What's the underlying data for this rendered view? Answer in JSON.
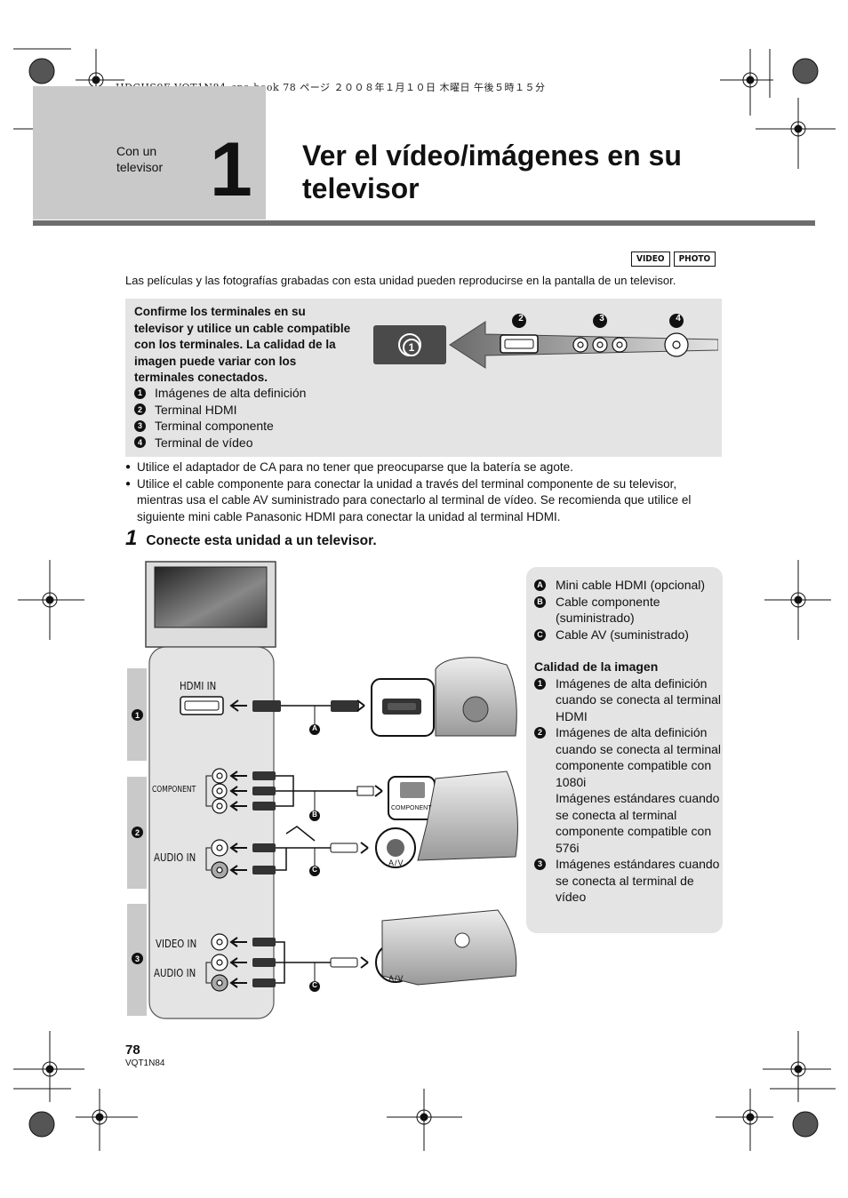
{
  "file_header": "HDCHS9E-VQT1N84_spa.book  78 ページ  ２００８年１月１０日  木曜日  午後５時１５分",
  "chapter": {
    "label": "Con un televisor",
    "number": "1"
  },
  "page_title": "Ver el vídeo/imágenes en su televisor",
  "modes": [
    "VIDEO",
    "PHOTO"
  ],
  "intro": "Las películas y las fotografías grabadas con esta unidad pueden reproducirse en la pantalla de un televisor.",
  "info_panel": {
    "text": "Confirme los terminales en su televisor y utilice un cable compatible con los terminales. La calidad de la imagen puede variar con los terminales conectados.",
    "items": [
      {
        "num": "1",
        "label": "Imágenes de alta definición"
      },
      {
        "num": "2",
        "label": "Terminal HDMI"
      },
      {
        "num": "3",
        "label": "Terminal componente"
      },
      {
        "num": "4",
        "label": "Terminal de vídeo"
      }
    ]
  },
  "bullets": [
    "Utilice el adaptador de CA para no tener que preocuparse que la batería se agote.",
    "Utilice el cable componente para conectar la unidad a través del terminal componente de su televisor, mientras usa el cable AV suministrado para conectarlo al terminal de vídeo. Se recomienda que utilice el siguiente mini cable Panasonic HDMI para conectar la unidad al terminal HDMI."
  ],
  "step": {
    "num": "1",
    "text": "Conecte esta unidad a un televisor."
  },
  "diagram": {
    "hdmi_in": "HDMI IN",
    "component": "COMPONENT",
    "audio_in": "AUDIO IN",
    "video_in": "VIDEO IN",
    "av": "A/V",
    "cable_a": "A",
    "cable_b": "B",
    "cable_c": "C",
    "row_nums": [
      "1",
      "2",
      "3"
    ]
  },
  "legend": {
    "cables": [
      {
        "letter": "A",
        "label": "Mini cable HDMI (opcional)"
      },
      {
        "letter": "B",
        "label": "Cable componente (suministrado)"
      },
      {
        "letter": "C",
        "label": "Cable AV (suministrado)"
      }
    ],
    "quality_heading": "Calidad de la imagen",
    "quality": [
      {
        "num": "1",
        "label": "Imágenes de alta definición cuando se conecta al terminal HDMI"
      },
      {
        "num": "2",
        "label": "Imágenes de alta definición cuando se conecta al terminal componente compatible con 1080i"
      },
      {
        "num": "",
        "label": "Imágenes estándares cuando se conecta al terminal componente compatible con 576i"
      },
      {
        "num": "3",
        "label": "Imágenes estándares cuando se conecta al terminal de vídeo"
      }
    ]
  },
  "page_number": "78",
  "doc_code": "VQT1N84"
}
